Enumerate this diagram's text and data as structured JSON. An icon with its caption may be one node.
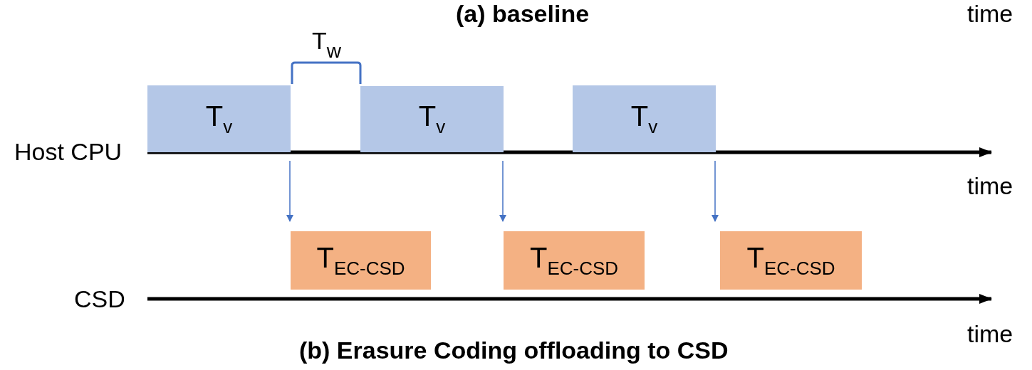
{
  "diagram": {
    "nodes": [
      {
        "text": [
          "T$_{v}$"
        ]
      },
      {
        "text": [
          "T$_{v}$"
        ]
      },
      {
        "text": [
          "T$_{v}$"
        ]
      },
      {
        "text": [
          "T$_{EC-CSD}$"
        ]
      },
      {
        "text": [
          "T$_{EC-CSD}$"
        ]
      },
      {
        "text": [
          "T$_{EC-CSD}$"
        ]
      }
    ],
    "edges": [
      {
        "from": 0,
        "to": 3,
        "arrow": "to"
      },
      {
        "from": 1,
        "to": 4,
        "arrow": "to"
      },
      {
        "from": 2,
        "to": 5,
        "arrow": "to"
      }
    ],
    "labels": [
      "(a) baseline",
      "time",
      "T$_{w}$",
      "Host CPU",
      "time",
      "CSD",
      "time",
      "(b) Erasure Coding offloading to CSD"
    ]
  }
}
